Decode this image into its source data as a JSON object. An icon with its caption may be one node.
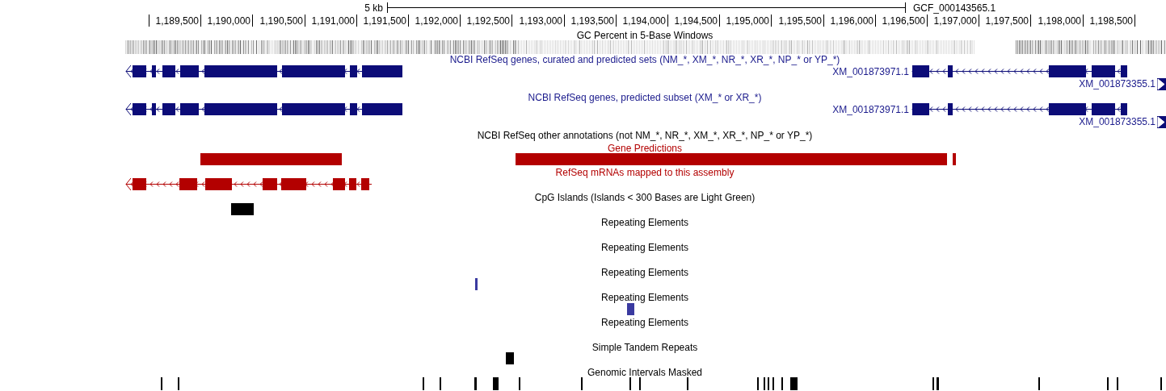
{
  "diagram": {
    "labels": [
      "5 kb",
      "GCF_000143565.1",
      "1,189,500",
      "1,190,000",
      "1,190,500",
      "1,191,000",
      "1,191,500",
      "1,192,000",
      "1,192,500",
      "1,193,000",
      "1,193,500",
      "1,194,000",
      "1,194,500",
      "1,195,000",
      "1,195,500",
      "1,196,000",
      "1,196,500",
      "1,197,000",
      "1,197,500",
      "1,198,000",
      "1,198,500",
      "GC Percent in 5-Base Windows",
      "NCBI RefSeq genes, curated and predicted sets (NM_*, XM_*, NR_*, XR_*, NP_* or YP_*)",
      "XM_001873971.1",
      "XM_001873355.1",
      "NCBI RefSeq genes, predicted subset (XM_* or XR_*)",
      "XM_001873971.1",
      "XM_001873355.1",
      "NCBI RefSeq other annotations (not NM_*, NR_*, XM_*, XR_*, NP_* or YP_*)",
      "Gene Predictions",
      "RefSeq mRNAs mapped to this assembly",
      "CpG Islands (Islands < 300 Bases are Light Green)",
      "Repeating Elements",
      "Repeating Elements",
      "Repeating Elements",
      "Repeating Elements",
      "Repeating Elements",
      "Simple Tandem Repeats",
      "Genomic Intervals Masked"
    ]
  }
}
